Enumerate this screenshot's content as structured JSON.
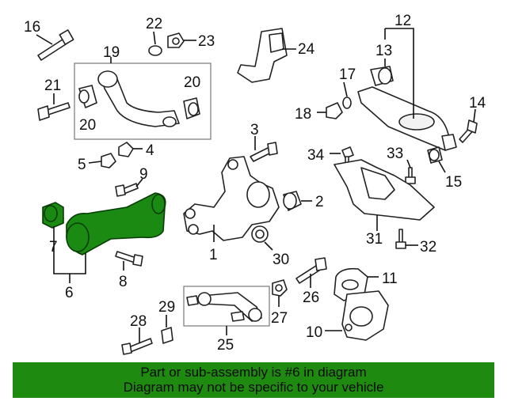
{
  "diagram": {
    "callouts": [
      "1",
      "2",
      "3",
      "4",
      "5",
      "6",
      "7",
      "8",
      "9",
      "10",
      "11",
      "12",
      "13",
      "14",
      "15",
      "16",
      "17",
      "18",
      "19",
      "20",
      "20",
      "21",
      "22",
      "23",
      "24",
      "25",
      "26",
      "27",
      "28",
      "29",
      "30",
      "31",
      "32",
      "33",
      "34"
    ],
    "highlighted_part": "6",
    "highlight_color": "#1f8a10"
  },
  "banner": {
    "line1": "Part or sub-assembly is #6 in diagram",
    "line2": "Diagram may not be specific to your vehicle"
  }
}
